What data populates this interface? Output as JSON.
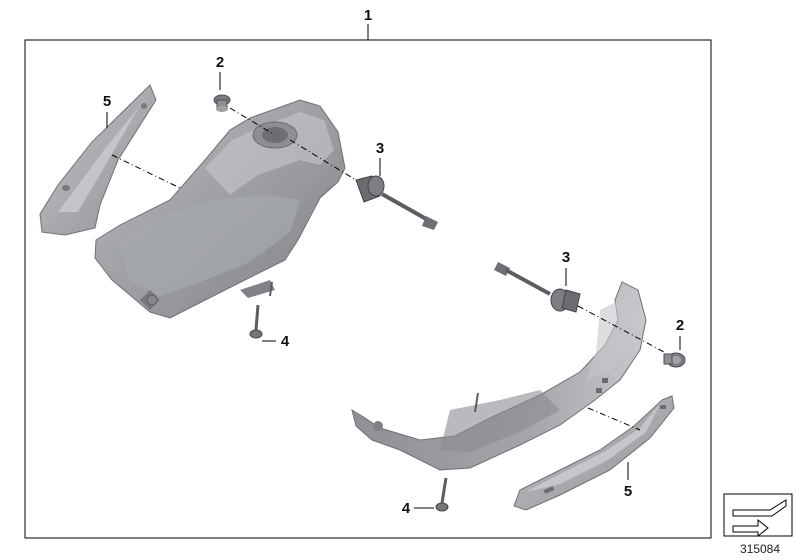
{
  "diagram": {
    "callouts": {
      "main": "1",
      "bolt_upper": "2",
      "bolt_lower": "2",
      "screw_upper": "3",
      "screw_lower": "3",
      "small_screw_upper": "4",
      "small_screw_lower": "4",
      "trim_upper": "5",
      "trim_lower": "5"
    },
    "diagram_number": "315084",
    "colors": {
      "part_fill": "#9c9ea2",
      "part_dark": "#6e7075",
      "part_light": "#c9cbce",
      "line": "#000000"
    },
    "icons": [
      "nav-arrow-icon"
    ]
  }
}
